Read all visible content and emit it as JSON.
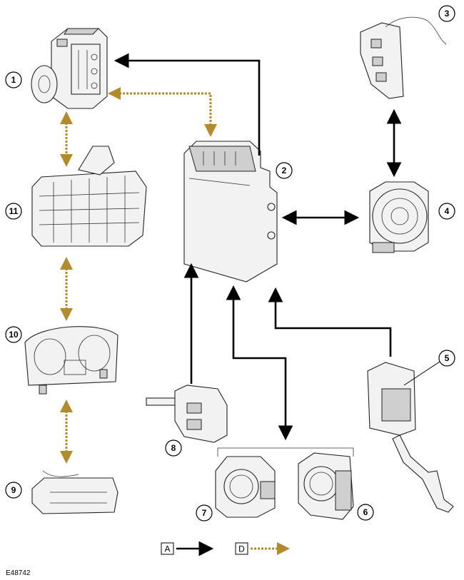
{
  "callouts": {
    "c1": "1",
    "c2": "2",
    "c3": "3",
    "c4": "4",
    "c5": "5",
    "c6": "6",
    "c7": "7",
    "c8": "8",
    "c9": "9",
    "c10": "10",
    "c11": "11"
  },
  "legend": {
    "solid_key": "A",
    "dotted_key": "D"
  },
  "reference": "E48742",
  "colors": {
    "solid_link": "#000000",
    "dotted_link": "#b38a2e"
  }
}
